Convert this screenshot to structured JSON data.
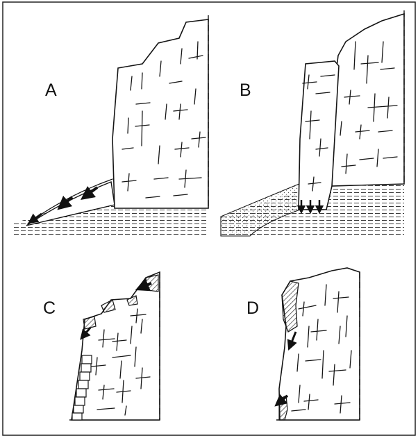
{
  "panels": [
    {
      "label": "A"
    },
    {
      "label": "B"
    },
    {
      "label": "C"
    },
    {
      "label": "D"
    }
  ],
  "colors": {
    "ink": "#151515",
    "paper": "#ffffff",
    "frame": "#222222",
    "stipple": "#555555"
  }
}
